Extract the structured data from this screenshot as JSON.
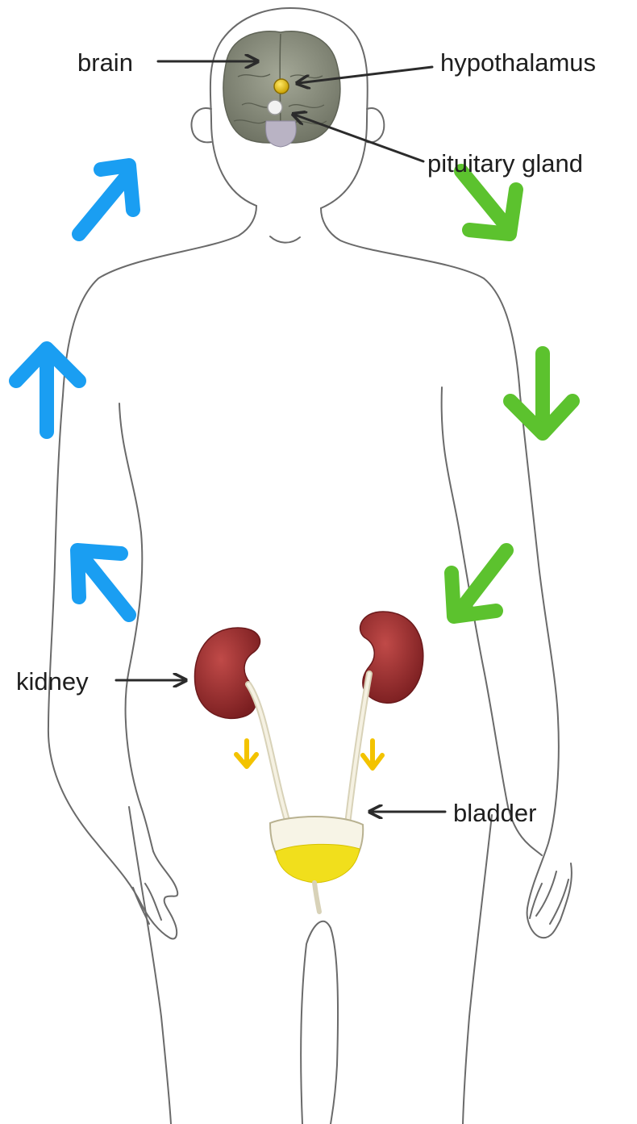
{
  "labels": {
    "brain": "brain",
    "hypothalamus": "hypothalamus",
    "pituitary_gland": "pituitary gland",
    "kidney": "kidney",
    "bladder": "bladder"
  },
  "colors": {
    "outline": "#5a5a5a",
    "label_arrow": "#2b2b2b",
    "blue_arrow": "#1a9ef2",
    "green_arrow": "#5cc22e",
    "urine_arrow": "#f3c300",
    "kidney": "#8f2a2b",
    "brain": "#8a8e7f",
    "urine": "#f1df1c"
  }
}
